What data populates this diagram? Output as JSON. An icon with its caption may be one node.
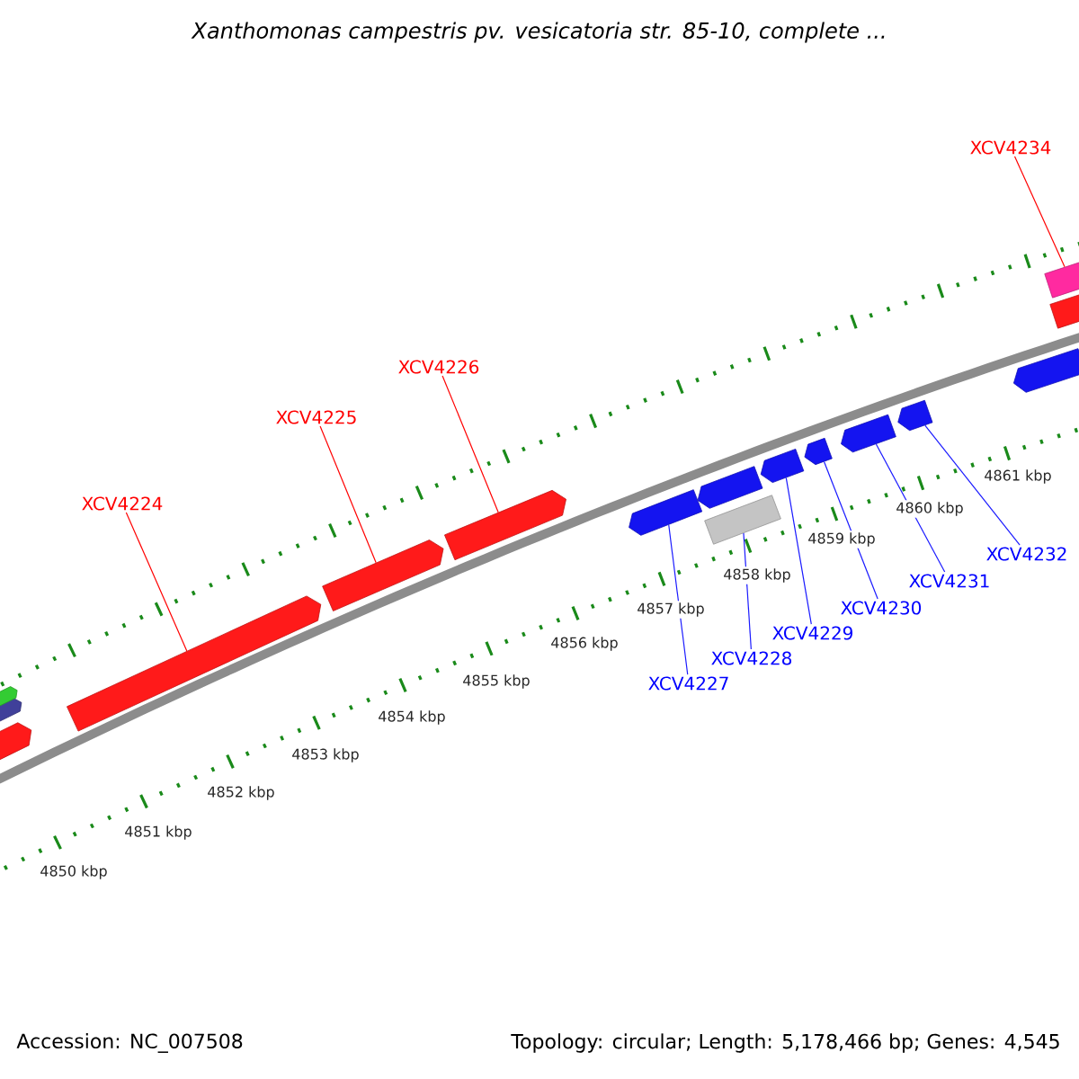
{
  "diagram": {
    "title": "Xanthomonas campestris pv. vesicatoria str. 85-10, complete ...",
    "nodes": [
      {
        "text": [
          "XCV4234"
        ]
      },
      {
        "text": [
          "XCV4226"
        ]
      },
      {
        "text": [
          "XCV4225"
        ]
      },
      {
        "text": [
          "XCV4224"
        ]
      },
      {
        "text": [
          "XCV4232"
        ]
      },
      {
        "text": [
          "XCV4231"
        ]
      },
      {
        "text": [
          "XCV4230"
        ]
      },
      {
        "text": [
          "XCV4229"
        ]
      },
      {
        "text": [
          "XCV4228"
        ]
      },
      {
        "text": [
          "XCV4227"
        ]
      },
      {
        "text": [],
        "shape": "bar"
      },
      {
        "text": [],
        "shape": "bar"
      },
      {
        "text": [],
        "shape": "bar"
      },
      {
        "text": [],
        "shape": "bar"
      },
      {
        "text": [],
        "shape": "bar"
      },
      {
        "text": [],
        "shape": "bar"
      },
      {
        "text": [],
        "shape": "bar"
      },
      {
        "text": [],
        "shape": "bar"
      },
      {
        "text": [],
        "shape": "bar"
      },
      {
        "text": [],
        "shape": "bar"
      },
      {
        "text": [],
        "shape": "bar"
      },
      {
        "text": [],
        "shape": "bar"
      },
      {
        "text": [],
        "shape": "bar"
      },
      {
        "text": [],
        "shape": "bar"
      },
      {
        "text": [],
        "shape": "bar"
      },
      {
        "text": [],
        "shape": "bar"
      }
    ],
    "edges": [
      {
        "from": 0,
        "to": 24,
        "arrow": "none",
        "color": "#ff0000"
      },
      {
        "from": 1,
        "to": 15,
        "arrow": "none",
        "color": "#ff0000"
      },
      {
        "from": 2,
        "to": 14,
        "arrow": "none",
        "color": "#ff0000"
      },
      {
        "from": 3,
        "to": 13,
        "arrow": "none",
        "color": "#ff0000"
      },
      {
        "from": 4,
        "to": 22,
        "arrow": "none"
      },
      {
        "from": 5,
        "to": 21,
        "arrow": "none"
      },
      {
        "from": 6,
        "to": 20,
        "arrow": "none"
      },
      {
        "from": 7,
        "to": 19,
        "arrow": "none"
      },
      {
        "from": 8,
        "to": 18,
        "arrow": "none"
      },
      {
        "from": 9,
        "to": 16,
        "arrow": "none"
      }
    ],
    "labels": [
      "4850 kbp",
      "4851 kbp",
      "4852 kbp",
      "4853 kbp",
      "4854 kbp",
      "4855 kbp",
      "4856 kbp",
      "4857 kbp",
      "4858 kbp",
      "4859 kbp",
      "4860 kbp",
      "4861 kbp",
      "Accession: NC_007508",
      "Topology: circular; Length: 5,178,466 bp; Genes: 4,545"
    ]
  }
}
